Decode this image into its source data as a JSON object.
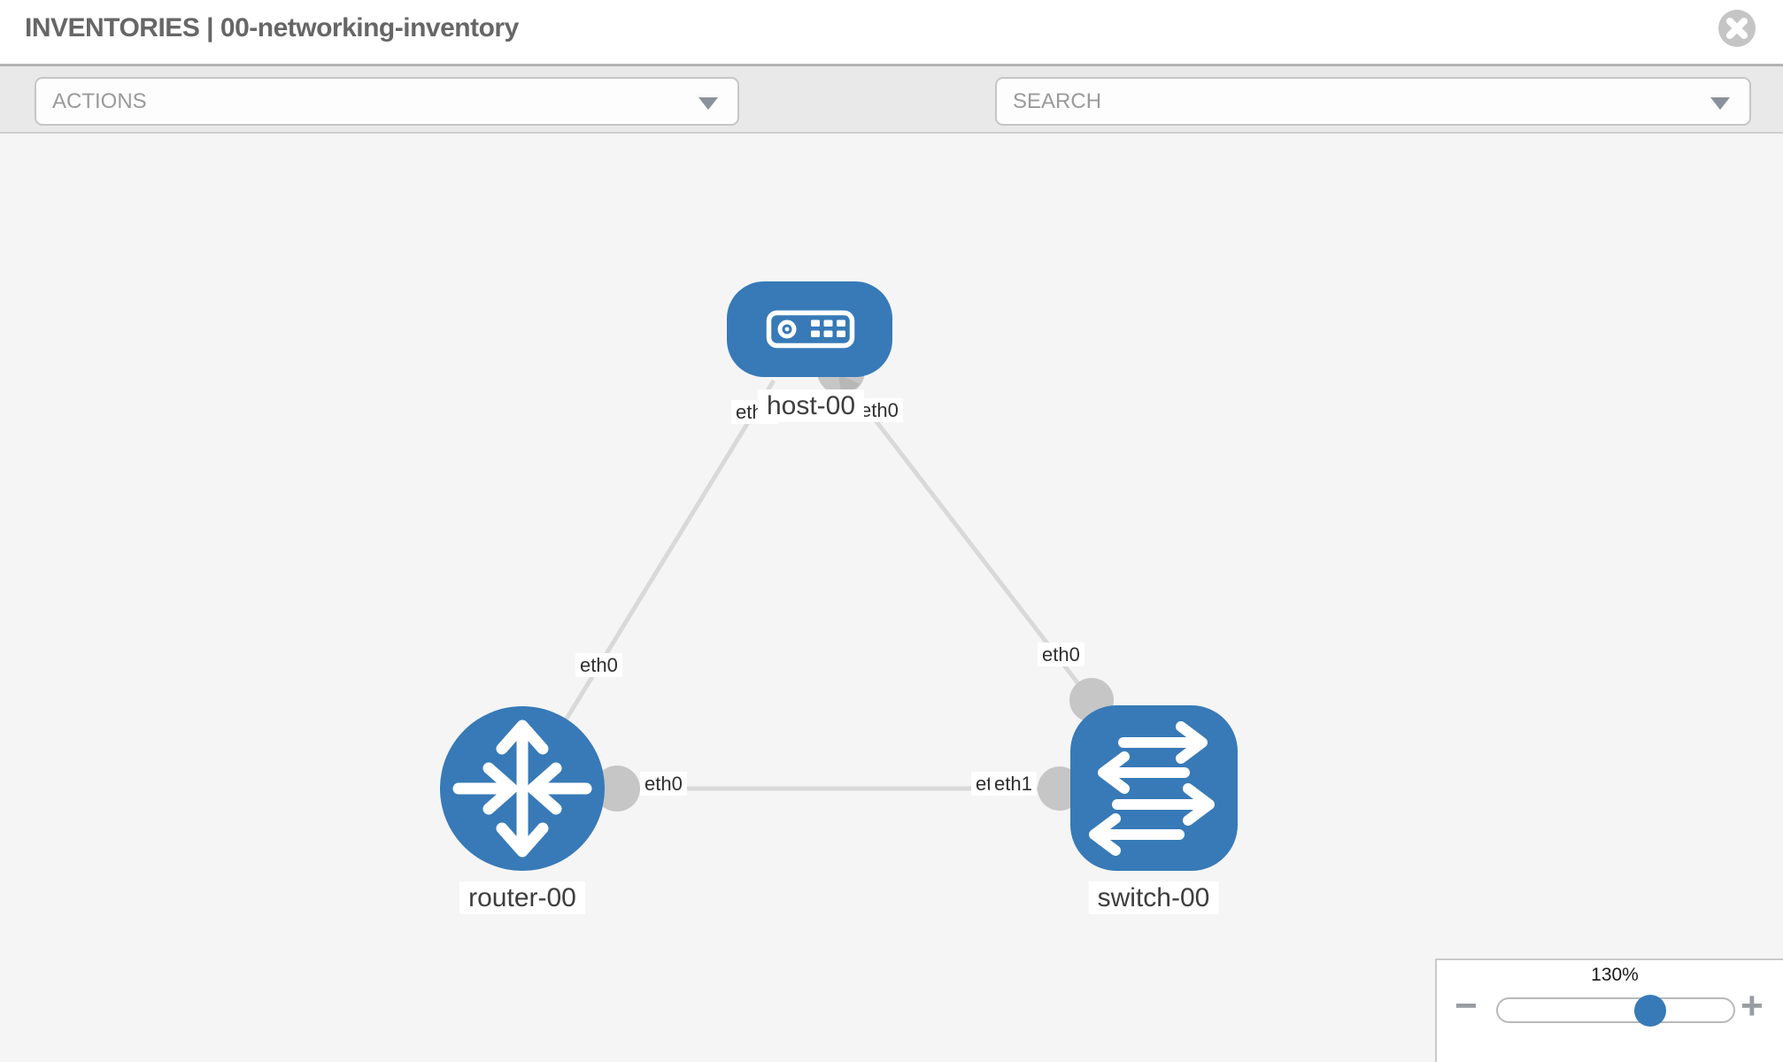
{
  "header": {
    "title": "INVENTORIES | 00-networking-inventory"
  },
  "toolbar": {
    "actions_label": "ACTIONS",
    "search_label": "SEARCH"
  },
  "topology": {
    "nodes": [
      {
        "name": "host-00",
        "type": "host"
      },
      {
        "name": "router-00",
        "type": "router"
      },
      {
        "name": "switch-00",
        "type": "switch"
      }
    ],
    "links": [
      {
        "from": "host-00",
        "to": "router-00",
        "from_interface": "eth0",
        "to_interface": "eth0"
      },
      {
        "from": "host-00",
        "to": "switch-00",
        "from_interface": "eth0",
        "to_interface": "eth0"
      },
      {
        "from": "router-00",
        "to": "switch-00",
        "from_interface": "eth0",
        "to_interface": "eth1"
      }
    ],
    "interface_labels": {
      "host_router_host_end": "eth0",
      "host_router_router_end": "eth0",
      "host_switch_host_end": "eth0",
      "host_switch_switch_end": "eth0",
      "router_switch_router_end": "eth0",
      "router_switch_switch_end_back": "eth0",
      "router_switch_switch_end_front": "eth1"
    }
  },
  "zoom_control": {
    "percent": "130%",
    "minus": "−",
    "plus": "+"
  },
  "colors": {
    "node_blue": "#377ab7",
    "link_gray": "#d9d9d9",
    "connector_gray": "#c6c6c6",
    "toolbar_gray": "#e9e9e9",
    "canvas_gray": "#f5f5f6",
    "title_gray": "#666666"
  }
}
